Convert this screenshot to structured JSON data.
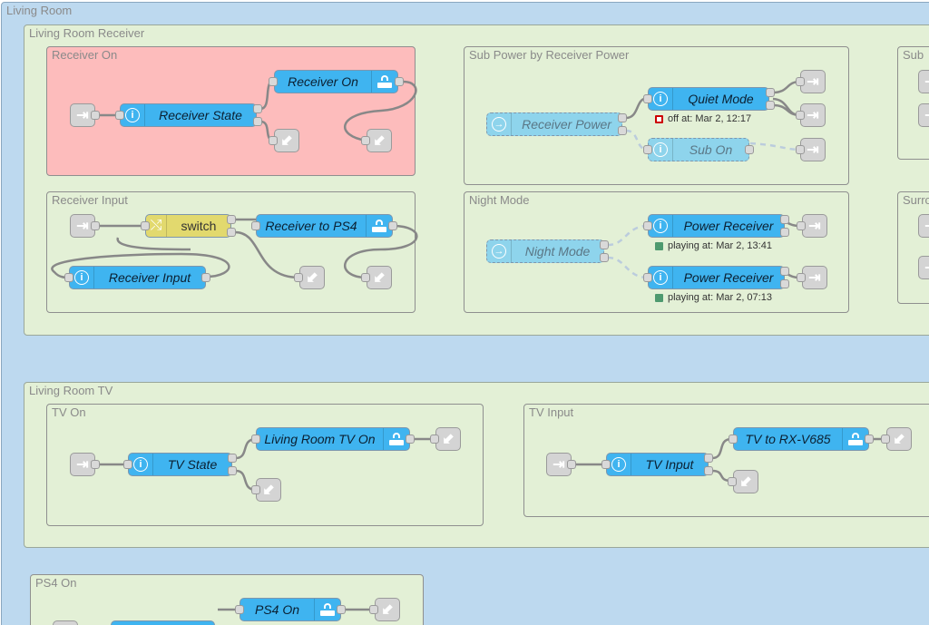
{
  "groups": {
    "living_room": "Living Room",
    "living_room_receiver": "Living Room Receiver",
    "receiver_on": "Receiver On",
    "sub_power": "Sub Power by Receiver Power",
    "sub_partial": "Sub",
    "receiver_input": "Receiver Input",
    "night_mode": "Night Mode",
    "surround_partial": "Surro",
    "living_room_tv": "Living Room TV",
    "tv_on": "TV On",
    "tv_input": "TV Input",
    "ps4_on": "PS4 On"
  },
  "nodes": {
    "receiver_state": "Receiver State",
    "receiver_on": "Receiver On",
    "receiver_power": "Receiver Power",
    "quiet_mode": "Quiet Mode",
    "sub_on": "Sub On",
    "switch": "switch",
    "receiver_to_ps4": "Receiver to PS4",
    "receiver_input": "Receiver Input",
    "night_mode": "Night Mode",
    "power_receiver_1": "Power Receiver",
    "power_receiver_2": "Power Receiver",
    "tv_state": "TV State",
    "living_room_tv_on": "Living Room TV On",
    "tv_input": "TV Input",
    "tv_to_rx": "TV to RX-V685",
    "ps4_on": "PS4 On"
  },
  "status": {
    "quiet_mode": "off at: Mar 2, 12:17",
    "power_receiver_1": "playing at: Mar 2, 13:41",
    "power_receiver_2": "playing at: Mar 2, 07:13"
  },
  "icons": {
    "info": "i",
    "link_in": "link-in-icon",
    "link_out": "link-out-icon",
    "router": "router-icon",
    "switch": "switch-icon"
  },
  "colors": {
    "node_blue": "#3fb4f0",
    "node_disabled": "#8ed4ec",
    "node_yellow": "#e2d96e",
    "group_red": "#fdbcbc",
    "group_green": "#e3f0d6",
    "group_blue": "#bdd9ef",
    "status_off": "#cc0000",
    "status_on": "#4e9a6f"
  }
}
